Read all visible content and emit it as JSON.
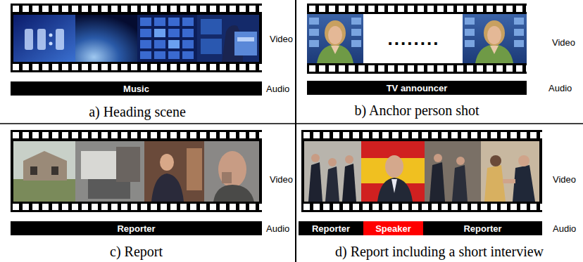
{
  "diagram": {
    "nodes": [
      {
        "text": [
          "Music"
        ]
      },
      {
        "text": [
          "TV announcer"
        ]
      },
      {
        "text": [
          "Reporter"
        ]
      },
      {
        "text": [
          "Reporter"
        ]
      },
      {
        "text": [
          "Speaker"
        ]
      },
      {
        "text": [
          "Reporter"
        ]
      }
    ],
    "labels": [
      "Video",
      "Audio",
      "a) Heading scene",
      "........",
      "Video",
      "Audio",
      "b) Anchor person shot",
      "Video",
      "Audio",
      "c) Report",
      "Video",
      "Audio",
      "d) Report including a short interview"
    ]
  }
}
